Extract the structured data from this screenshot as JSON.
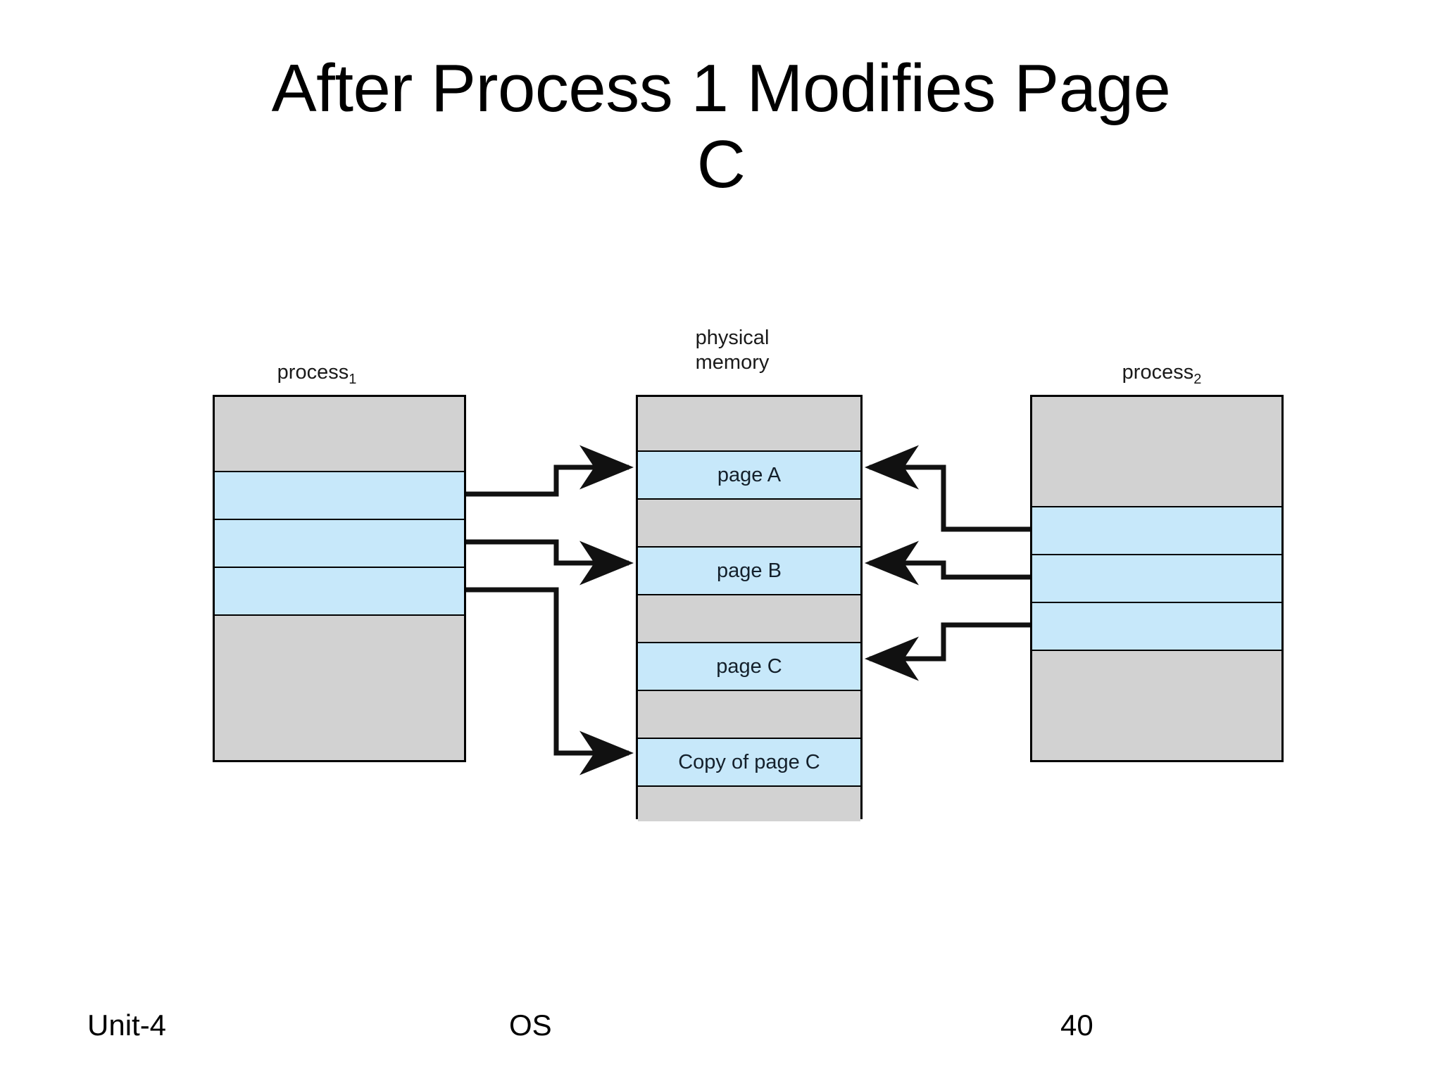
{
  "slide": {
    "title": "After Process 1 Modifies Page\nC"
  },
  "diagram": {
    "left_column": {
      "label_main": "process",
      "label_sub": "1",
      "cells": [
        {
          "fill": "gray",
          "text": ""
        },
        {
          "fill": "blue",
          "text": ""
        },
        {
          "fill": "blue",
          "text": ""
        },
        {
          "fill": "blue",
          "text": ""
        },
        {
          "fill": "gray",
          "text": ""
        }
      ]
    },
    "center_column": {
      "label": "physical\nmemory",
      "cells": [
        {
          "fill": "gray",
          "text": ""
        },
        {
          "fill": "blue",
          "text": "page A"
        },
        {
          "fill": "gray",
          "text": ""
        },
        {
          "fill": "blue",
          "text": "page B"
        },
        {
          "fill": "gray",
          "text": ""
        },
        {
          "fill": "blue",
          "text": "page C"
        },
        {
          "fill": "gray",
          "text": ""
        },
        {
          "fill": "blue",
          "text": "Copy of page C"
        },
        {
          "fill": "gray",
          "text": ""
        }
      ]
    },
    "right_column": {
      "label_main": "process",
      "label_sub": "2",
      "cells": [
        {
          "fill": "gray",
          "text": ""
        },
        {
          "fill": "blue",
          "text": ""
        },
        {
          "fill": "blue",
          "text": ""
        },
        {
          "fill": "blue",
          "text": ""
        },
        {
          "fill": "gray",
          "text": ""
        }
      ]
    },
    "mappings": [
      {
        "from": "process1-block1",
        "to": "page A",
        "direction": "right"
      },
      {
        "from": "process1-block2",
        "to": "page B",
        "direction": "right"
      },
      {
        "from": "process1-block3",
        "to": "Copy of page C",
        "direction": "right"
      },
      {
        "from": "process2-block1",
        "to": "page A",
        "direction": "left"
      },
      {
        "from": "process2-block2",
        "to": "page B",
        "direction": "left"
      },
      {
        "from": "process2-block3",
        "to": "page C",
        "direction": "left"
      }
    ]
  },
  "footer": {
    "unit": "Unit-4",
    "subject": "OS",
    "page_number": "40"
  },
  "colors": {
    "page_fill": "#c7e8fa",
    "empty_fill": "#d2d2d2",
    "outline": "#000000",
    "background": "#ffffff"
  }
}
